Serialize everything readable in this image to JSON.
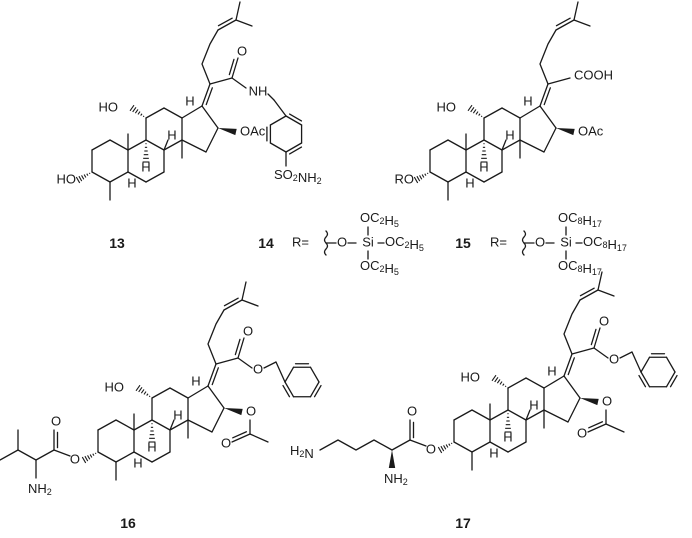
{
  "figure": {
    "compounds": [
      {
        "id": "13",
        "label": "13",
        "substituents": {
          "c11": "HO",
          "c3": "HO",
          "c16": "OAc",
          "amide_nh": "NH",
          "sulfonamide": "SO2NH2"
        }
      },
      {
        "id": "14",
        "label": "14",
        "r_prefix": "R=",
        "r_group": [
          "OC2H5",
          "O",
          "Si",
          "OC2H5",
          "OC2H5"
        ]
      },
      {
        "id": "15",
        "label": "15",
        "r_prefix": "R=",
        "r_group": [
          "OC8H17",
          "O",
          "Si",
          "OC8H17",
          "OC8H17"
        ],
        "substituents": {
          "c11": "HO",
          "c3": "RO",
          "c16": "OAc",
          "acid": "COOH"
        }
      },
      {
        "id": "16",
        "label": "16",
        "substituents": {
          "c11": "HO",
          "amine": "NH2"
        }
      },
      {
        "id": "17",
        "label": "17",
        "substituents": {
          "c11": "HO",
          "amine_side": "H2N",
          "amine_alpha": "NH2"
        }
      }
    ],
    "atom_labels": {
      "H": "H",
      "O": "O",
      "HO": "HO",
      "RO": "RO",
      "OAc": "OAc",
      "NH": "NH",
      "NH2": "NH2",
      "H2N": "H2N",
      "COOH": "COOH",
      "SO2NH2": "SO2NH2",
      "Si": "Si",
      "R": "R="
    },
    "colors": {
      "ink": "#1a1a1a",
      "background": "#ffffff"
    }
  }
}
